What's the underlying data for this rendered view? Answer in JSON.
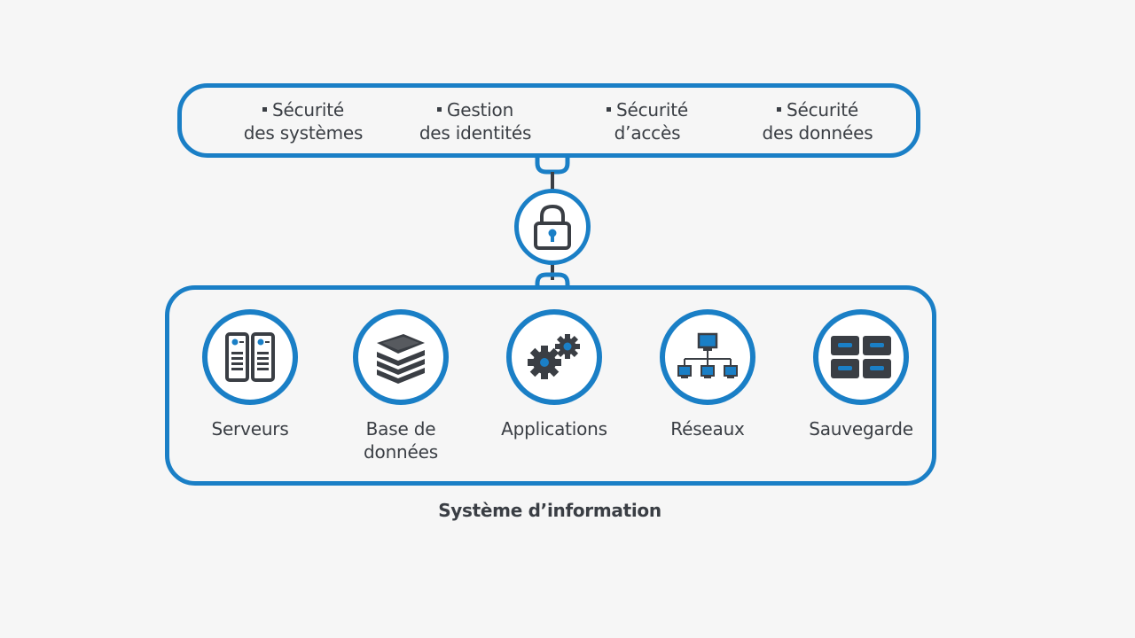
{
  "security_domains": [
    {
      "line1": "Sécurité",
      "line2": "des systèmes"
    },
    {
      "line1": "Gestion",
      "line2": "des identités"
    },
    {
      "line1": "Sécurité",
      "line2": "d’accès"
    },
    {
      "line1": "Sécurité",
      "line2": "des données"
    }
  ],
  "center_icon": "padlock-icon",
  "components": [
    {
      "label": "Serveurs",
      "icon": "servers-icon"
    },
    {
      "label": "Base de données",
      "icon": "database-icon"
    },
    {
      "label": "Applications",
      "icon": "gears-icon"
    },
    {
      "label": "Réseaux",
      "icon": "network-icon"
    },
    {
      "label": "Sauvegarde",
      "icon": "storage-icon"
    }
  ],
  "caption": "Système d’information",
  "colors": {
    "accent": "#1a7fc6",
    "dark": "#3a3e44",
    "background": "#f6f6f6"
  }
}
